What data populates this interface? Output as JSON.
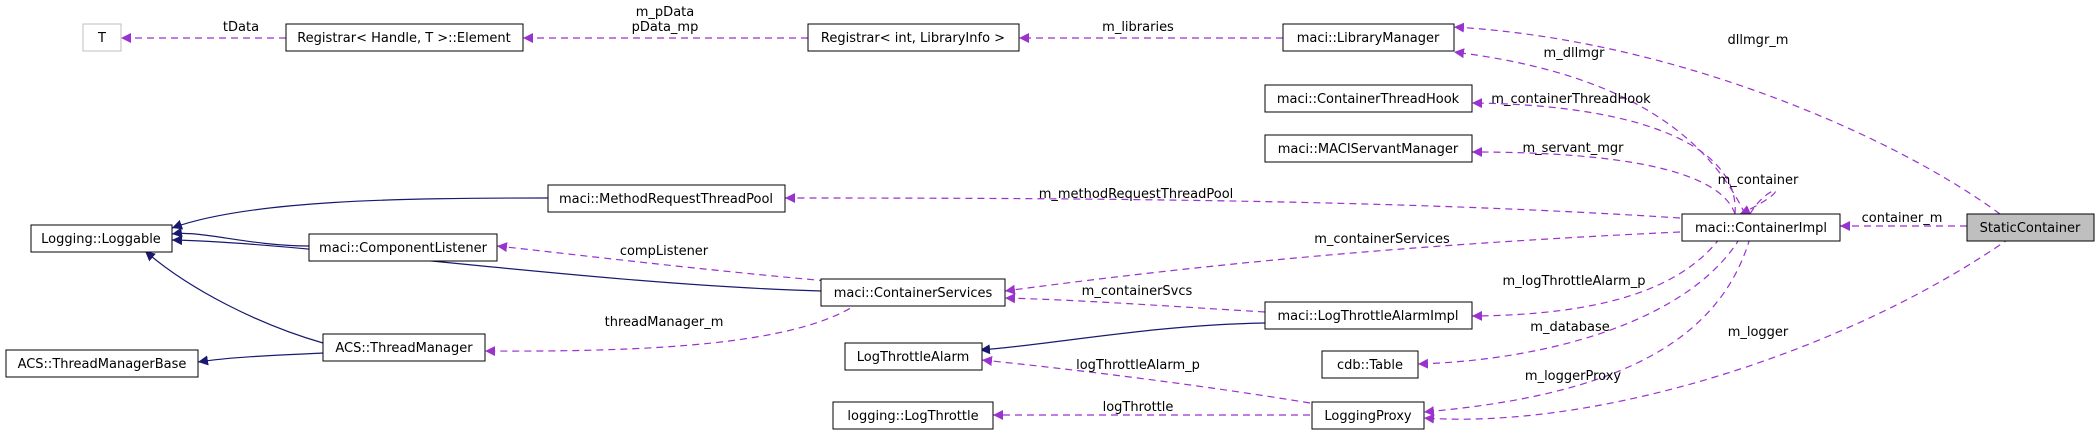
{
  "nodes": {
    "T": "T",
    "registrar_element": "Registrar< Handle, T >::Element",
    "registrar_library": "Registrar< int, LibraryInfo >",
    "library_manager": "maci::LibraryManager",
    "container_thread_hook": "maci::ContainerThreadHook",
    "maci_servant_manager": "maci::MACIServantManager",
    "method_request_thread_pool": "maci::MethodRequestThreadPool",
    "component_listener": "maci::ComponentListener",
    "loggable": "Logging::Loggable",
    "container_services": "maci::ContainerServices",
    "container_impl": "maci::ContainerImpl",
    "static_container": "StaticContainer",
    "log_throttle_alarm_impl": "maci::LogThrottleAlarmImpl",
    "log_throttle_alarm": "LogThrottleAlarm",
    "cdb_table": "cdb::Table",
    "thread_manager_base": "ACS::ThreadManagerBase",
    "thread_manager": "ACS::ThreadManager",
    "logging_proxy": "LoggingProxy",
    "log_throttle": "logging::LogThrottle"
  },
  "edge_labels": {
    "tData": "tData",
    "m_pData": "m_pData",
    "pData_mp": "pData_mp",
    "m_libraries": "m_libraries",
    "dllmgr_m": "dllmgr_m",
    "m_dllmgr": "m_dllmgr",
    "m_containerThreadHook": "m_containerThreadHook",
    "m_servant_mgr": "m_servant_mgr",
    "m_container": "m_container",
    "m_methodRequestThreadPool": "m_methodRequestThreadPool",
    "container_m": "container_m",
    "compListener": "compListener",
    "m_containerServices": "m_containerServices",
    "m_containerSvcs": "m_containerSvcs",
    "m_logThrottleAlarm_p": "m_logThrottleAlarm_p",
    "threadManager_m": "threadManager_m",
    "m_database": "m_database",
    "m_logger": "m_logger",
    "m_loggerProxy": "m_loggerProxy",
    "logThrottleAlarm_p": "logThrottleAlarm_p",
    "logThrottle": "logThrottle"
  },
  "colors": {
    "inheritance": "#191970",
    "usage": "#9a32cd",
    "highlight_fill": "#bfbfbf"
  }
}
